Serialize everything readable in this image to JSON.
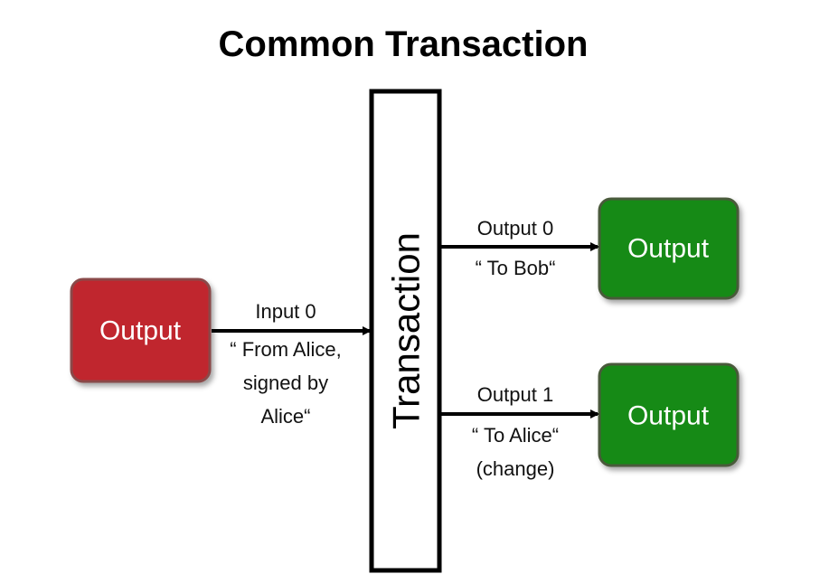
{
  "title": "Common Transaction",
  "colors": {
    "input_fill": "#c0272d",
    "input_stroke": "#8a4a4a",
    "output_fill": "#128a12",
    "output_stroke": "#4a5a3a",
    "edge": "#000000"
  },
  "nodes": {
    "input_output": {
      "label": "Output"
    },
    "transaction": {
      "label": "Transaction"
    },
    "output_bob": {
      "label": "Output"
    },
    "output_alice": {
      "label": "Output"
    }
  },
  "edges": {
    "input0": {
      "name": "Input 0",
      "lines": [
        "“ From Alice,",
        "signed by",
        "Alice“"
      ]
    },
    "output0": {
      "name": "Output 0",
      "lines": [
        "“ To Bob“"
      ]
    },
    "output1": {
      "name": "Output 1",
      "lines": [
        "“ To Alice“",
        "(change)"
      ]
    }
  }
}
